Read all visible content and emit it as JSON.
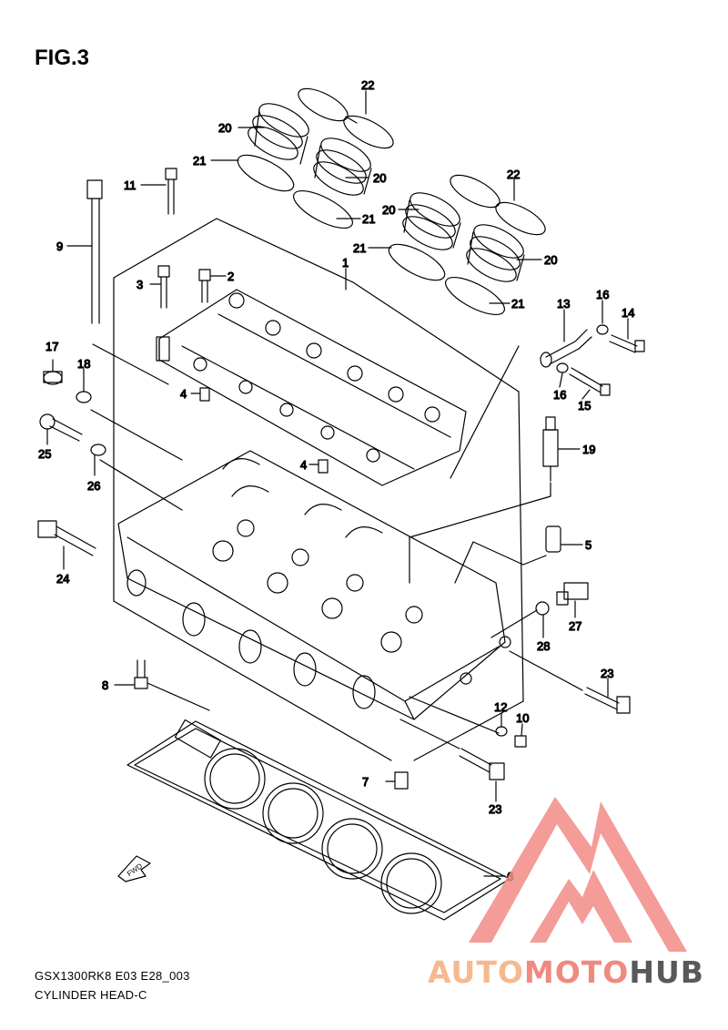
{
  "figure": {
    "title": "FIG.3",
    "model_code": "GSX1300RK8 E03 E28_003",
    "section_name": "CYLINDER HEAD-C"
  },
  "fwd_label": "FWD",
  "watermark": {
    "brand_prefix": "AUTO",
    "brand_middle": "MOTO",
    "brand_suffix": "HUB",
    "colors": {
      "prefix": "#f6b98f",
      "middle": "#f08a80",
      "suffix": "#595959",
      "logo": "#f28b87"
    }
  },
  "callouts": {
    "c1": "1",
    "c2": "2",
    "c3": "3",
    "c4a": "4",
    "c4b": "4",
    "c5": "5",
    "c6": "6",
    "c7": "7",
    "c8": "8",
    "c9": "9",
    "c10": "10",
    "c11": "11",
    "c12": "12",
    "c13": "13",
    "c14": "14",
    "c15": "15",
    "c16a": "16",
    "c16b": "16",
    "c17": "17",
    "c18": "18",
    "c19": "19",
    "c20a": "20",
    "c20b": "20",
    "c20c": "20",
    "c20d": "20",
    "c21a": "21",
    "c21b": "21",
    "c21c": "21",
    "c21d": "21",
    "c22a": "22",
    "c22b": "22",
    "c23a": "23",
    "c23b": "23",
    "c24": "24",
    "c25": "25",
    "c26": "26",
    "c27": "27",
    "c28": "28"
  }
}
